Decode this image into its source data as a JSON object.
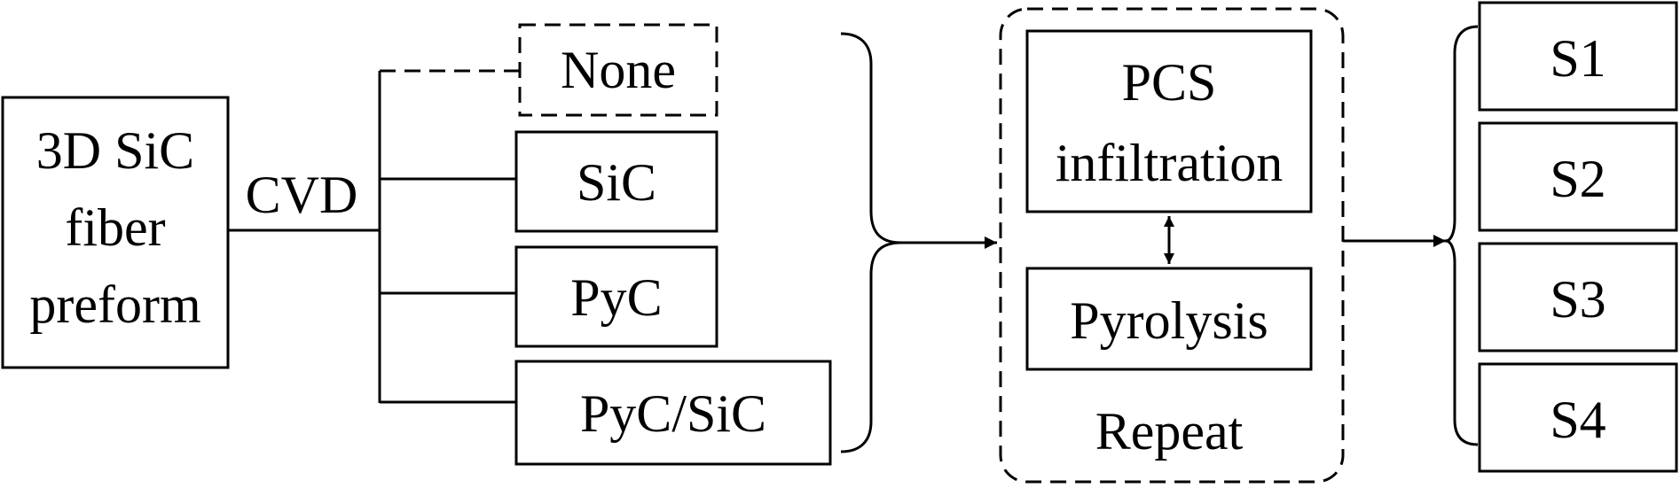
{
  "preform": {
    "lines": [
      "3D SiC",
      "fiber",
      "preform"
    ]
  },
  "process": "CVD",
  "interphases": [
    "None",
    "SiC",
    "PyC",
    "PyC/SiC"
  ],
  "pip": {
    "infiltration": [
      "PCS",
      "infiltration"
    ],
    "pyrolysis": "Pyrolysis",
    "repeat": "Repeat"
  },
  "samples": [
    "S1",
    "S2",
    "S3",
    "S4"
  ],
  "colors": {
    "stroke": "#000000",
    "background": "#ffffff"
  }
}
